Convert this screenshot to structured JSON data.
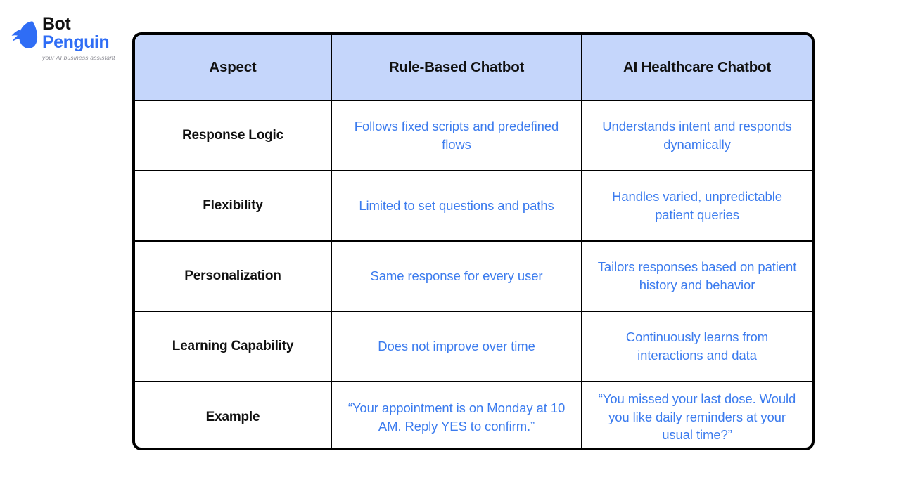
{
  "logo": {
    "icon": "penguin-icon",
    "word_one": "Bot",
    "word_two": "Penguin",
    "tagline": "your AI business assistant",
    "brand_blue": "#2f6df5",
    "brand_black": "#111111"
  },
  "table": {
    "header_background": "#c5d6fb",
    "border_color": "#000000",
    "value_text_color": "#3b7bee",
    "columns": [
      "Aspect",
      "Rule-Based Chatbot",
      "AI Healthcare Chatbot"
    ],
    "rows": [
      {
        "aspect": "Response Logic",
        "rule_based": "Follows fixed scripts and predefined flows",
        "ai_healthcare": "Understands intent and responds dynamically"
      },
      {
        "aspect": "Flexibility",
        "rule_based": "Limited to set questions and paths",
        "ai_healthcare": "Handles varied, unpredictable patient queries"
      },
      {
        "aspect": "Personalization",
        "rule_based": "Same response for every user",
        "ai_healthcare": "Tailors responses based on patient history and behavior"
      },
      {
        "aspect": "Learning Capability",
        "rule_based": "Does not improve over time",
        "ai_healthcare": "Continuously learns from interactions and data"
      },
      {
        "aspect": "Example",
        "rule_based": "“Your appointment is on Monday at 10 AM. Reply YES to confirm.”",
        "ai_healthcare": "“You missed your last dose. Would you like daily reminders at your usual time?”"
      }
    ]
  }
}
